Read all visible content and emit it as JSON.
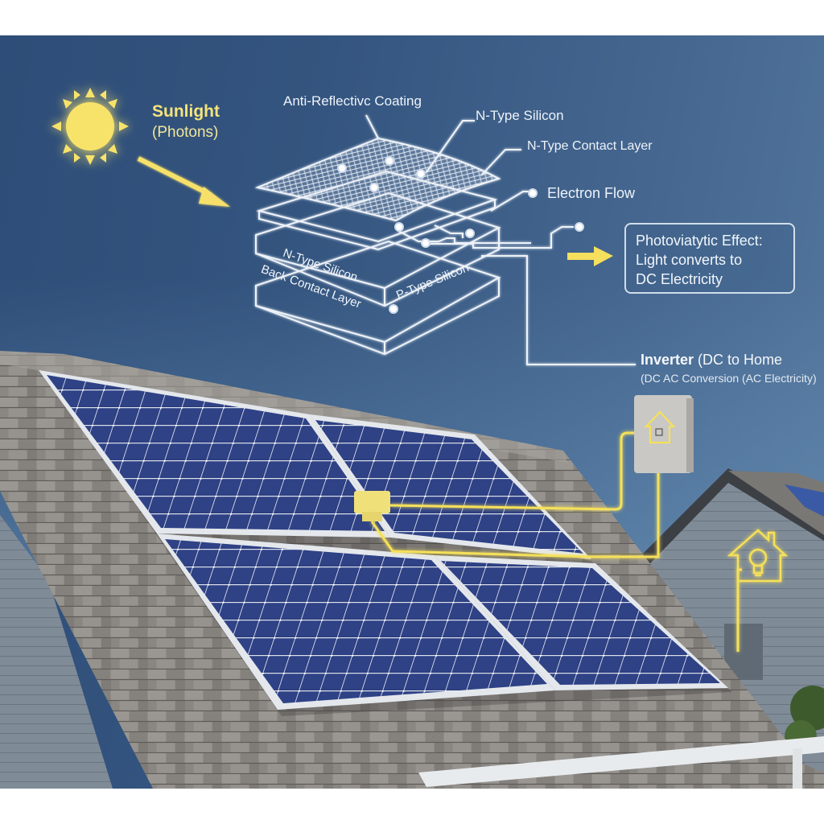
{
  "sunlight": {
    "title": "Sunlight",
    "subtitle": "(Photons)",
    "icon": "sun-icon"
  },
  "diagram": {
    "labels": {
      "anti_reflective": "Anti-Reflectivc Coating",
      "n_type_top": "N-Type Silicon",
      "n_type_contact": "N-Type Contact Layer",
      "electron_flow": "Electron Flow",
      "n_type_layer": "N-Type Silicon",
      "p_type_layer": "P-Type Silicon",
      "back_contact": "Back Contact Layer"
    }
  },
  "photovoltaic": {
    "line1": "Photoviatytic Effect:",
    "line2": "Light converts to",
    "line3": "DC Electricity"
  },
  "inverter": {
    "title_bold": "Inverter",
    "title_rest": " (DC to Home",
    "subtitle": "(DC AC Conversion (AC Electricity)",
    "icon": "home-icon"
  },
  "home": {
    "icon": "lightbulb-house-icon"
  },
  "colors": {
    "sky_dark": "#2e4d78",
    "sky_light": "#55789f",
    "accent_yellow": "#f5e05a",
    "line_white": "#eef3fa",
    "panel_blue": "#25346e",
    "shingle_gray": "#8d8a86"
  }
}
